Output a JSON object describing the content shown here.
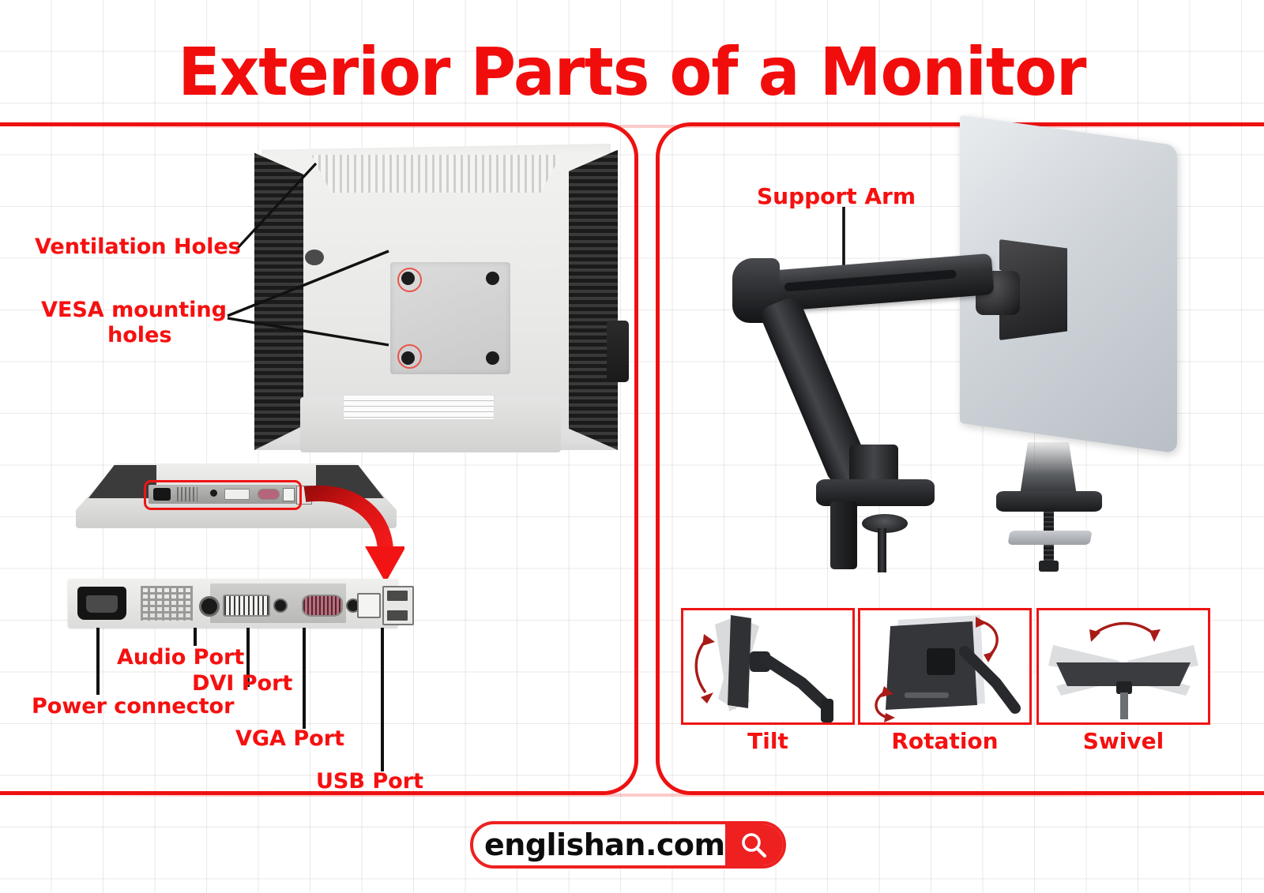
{
  "page": {
    "title": "Exterior Parts of a Monitor",
    "accent_color": "#ee1414",
    "title_color": "#f20d0d",
    "background": "#ffffff",
    "grid_color": "#e8e8e8"
  },
  "left_panel": {
    "name": "monitor-rear-and-ports-panel",
    "labels": {
      "ventilation_holes": "Ventilation Holes",
      "vesa_line1": "VESA mounting",
      "vesa_line2": "holes",
      "power_connector": "Power connector",
      "audio_port": "Audio Port",
      "dvi_port": "DVI Port",
      "vga_port": "VGA Port",
      "usb_port": "USB Port"
    }
  },
  "right_panel": {
    "name": "support-arm-panel",
    "labels": {
      "support_arm": "Support Arm"
    },
    "feature_boxes": [
      {
        "id": "tilt",
        "caption": "Tilt"
      },
      {
        "id": "rotation",
        "caption": "Rotation"
      },
      {
        "id": "swivel",
        "caption": "Swivel"
      }
    ]
  },
  "footer": {
    "domain": "englishan.com",
    "search_icon": "magnifier-icon"
  }
}
